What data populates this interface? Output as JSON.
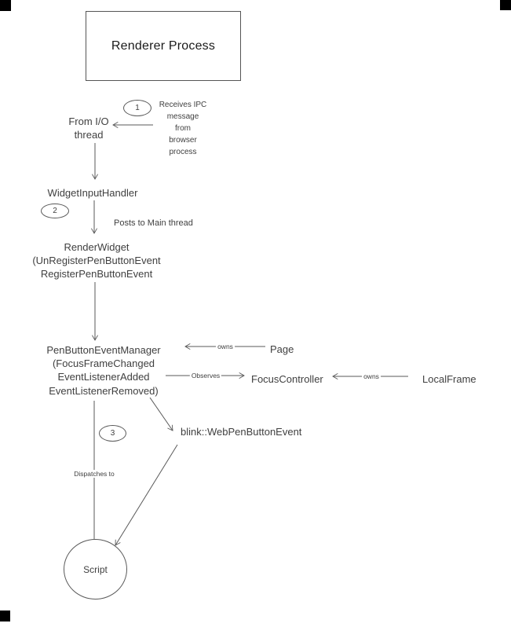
{
  "colors": {
    "background": "#ffffff",
    "line": "#595959",
    "text": "#404040",
    "title": "#1a1a1a",
    "corner_mark": "#000000"
  },
  "diagram": {
    "title_box": "Renderer Process",
    "nodes": {
      "from_io_thread": "From I/O\nthread",
      "widget_input_handler": "WidgetInputHandler",
      "render_widget": "RenderWidget\n(UnRegisterPenButtonEvent\nRegisterPenButtonEvent",
      "pen_button_event_manager": "PenButtonEventManager\n(FocusFrameChanged\nEventListenerAdded\nEventListenerRemoved)",
      "page": "Page",
      "focus_controller": "FocusController",
      "local_frame": "LocalFrame",
      "blink_web_pen_button_event": "blink::WebPenButtonEvent",
      "script": "Script"
    },
    "step_badges": {
      "one": "1",
      "two": "2",
      "three": "3"
    },
    "annotations": {
      "receives_ipc": "Receives IPC\nmessage\nfrom\nbrowser\nprocess",
      "posts_to_main_thread": "Posts to Main thread",
      "dispatches_to": "Dispatches to",
      "owns_page": "owns",
      "observes": "Observes",
      "owns_local_frame": "owns"
    }
  }
}
